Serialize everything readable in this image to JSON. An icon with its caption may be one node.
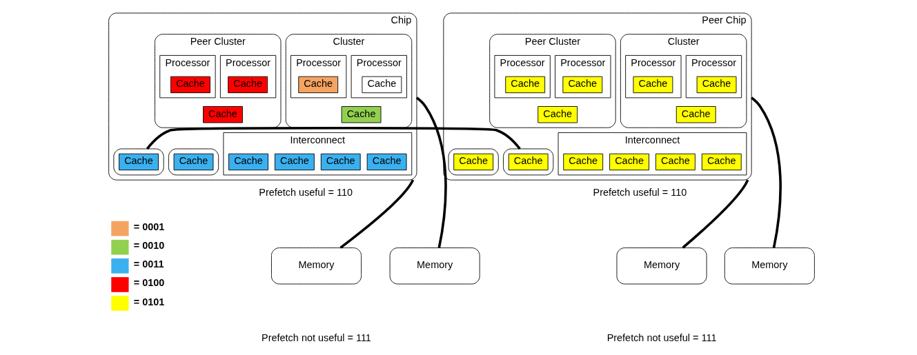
{
  "diagram": {
    "nodes": [
      {
        "text": [
          "Chip"
        ]
      },
      {
        "text": [
          "Cluster"
        ],
        "in": 0
      },
      {
        "text": [
          "Processor"
        ],
        "in": 1
      },
      {
        "text": [
          "Cache"
        ],
        "in": 2
      },
      {
        "text": [
          "Processor"
        ],
        "in": 1
      },
      {
        "text": [
          "Cache"
        ],
        "in": 4
      },
      {
        "text": [
          "Cache"
        ],
        "in": 1
      },
      {
        "text": [
          "Peer Cluster"
        ],
        "in": 0
      },
      {
        "text": [
          "Processor"
        ],
        "in": 7
      },
      {
        "text": [
          "Cache"
        ],
        "in": 8
      },
      {
        "text": [
          "Processor"
        ],
        "in": 7
      },
      {
        "text": [
          "Cache"
        ],
        "in": 10
      },
      {
        "text": [
          "Cache"
        ],
        "in": 7
      },
      {
        "text": [],
        "shape": "box",
        "in": 0
      },
      {
        "text": [
          "Cache"
        ],
        "in": 13
      },
      {
        "text": [
          "Interconnect"
        ],
        "in": 0
      },
      {
        "text": [
          "Cache"
        ],
        "in": 15
      },
      {
        "text": [
          "Cache"
        ],
        "in": 15
      },
      {
        "text": [
          "Cache"
        ],
        "in": 15
      },
      {
        "text": [
          "Cache"
        ],
        "in": 15
      },
      {
        "text": [],
        "shape": "box",
        "in": 0
      },
      {
        "text": [
          "Cache"
        ],
        "in": 20
      },
      {
        "text": [
          "Peer Chip"
        ]
      },
      {
        "text": [
          "Cluster"
        ],
        "in": 22
      },
      {
        "text": [
          "Processor"
        ],
        "in": 23
      },
      {
        "text": [
          "Cache"
        ],
        "in": 24
      },
      {
        "text": [
          "Processor"
        ],
        "in": 23
      },
      {
        "text": [
          "Cache"
        ],
        "in": 26
      },
      {
        "text": [
          "Cache"
        ],
        "in": 23
      },
      {
        "text": [
          "Peer Cluster"
        ],
        "in": 22
      },
      {
        "text": [
          "Processor"
        ],
        "in": 29
      },
      {
        "text": [
          "Cache"
        ],
        "in": 30
      },
      {
        "text": [
          "Processor"
        ],
        "in": 29
      },
      {
        "text": [
          "Cache"
        ],
        "in": 32
      },
      {
        "text": [
          "Cache"
        ],
        "in": 29
      },
      {
        "text": [],
        "shape": "box",
        "in": 22
      },
      {
        "text": [
          "Cache"
        ],
        "in": 35
      },
      {
        "text": [
          "Interconnect"
        ],
        "in": 22
      },
      {
        "text": [
          "Cache"
        ],
        "in": 37
      },
      {
        "text": [
          "Cache"
        ],
        "in": 37
      },
      {
        "text": [
          "Cache"
        ],
        "in": 37
      },
      {
        "text": [
          "Cache"
        ],
        "in": 37
      },
      {
        "text": [],
        "shape": "box",
        "in": 22
      },
      {
        "text": [
          "Cache"
        ],
        "in": 42
      },
      {
        "text": [
          "Memory"
        ]
      },
      {
        "text": [
          "Memory"
        ]
      },
      {
        "text": [
          "Memory"
        ]
      },
      {
        "text": [
          "Memory"
        ]
      }
    ],
    "edges": [
      {
        "from": 20,
        "to": 35,
        "arrow": "none"
      },
      {
        "from": 0,
        "to": 44,
        "arrow": "none"
      },
      {
        "from": 0,
        "to": 45,
        "arrow": "none"
      },
      {
        "from": 22,
        "to": 46,
        "arrow": "none"
      },
      {
        "from": 22,
        "to": 47,
        "arrow": "none"
      }
    ],
    "labels": [
      "Prefetch useful = 110",
      "Prefetch useful = 110",
      "Prefetch not useful = 111",
      "Prefetch not useful = 111"
    ],
    "legend": [
      {
        "text": "= 0001",
        "color": "#f4a460"
      },
      {
        "text": "= 0010",
        "color": "#92d050"
      },
      {
        "text": "= 0011",
        "color": "#3bb0ef"
      },
      {
        "text": "= 0100",
        "color": "#ff0000"
      },
      {
        "text": "= 0101",
        "color": "#ffff00"
      }
    ]
  }
}
